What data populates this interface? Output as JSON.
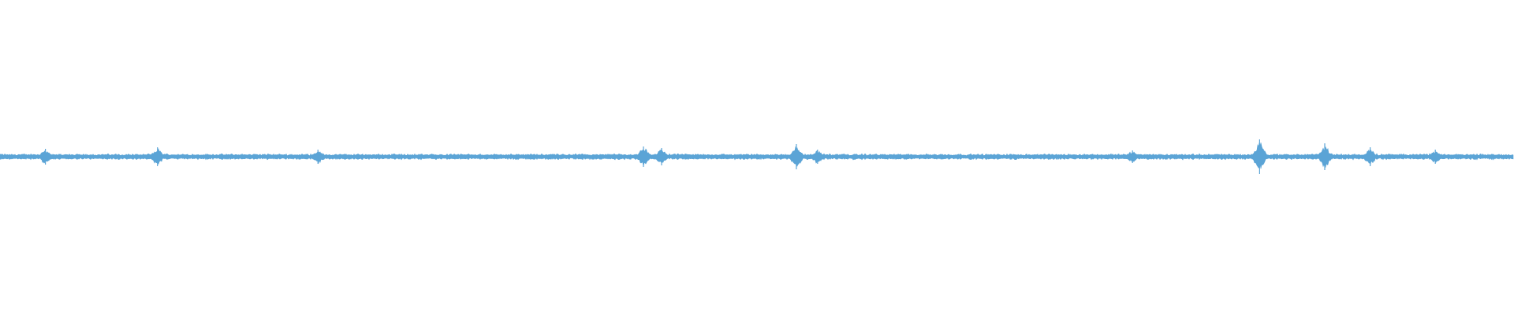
{
  "chart_data": {
    "type": "area",
    "title": "",
    "xlabel": "",
    "ylabel": "",
    "axes_visible": false,
    "grid": false,
    "legend": "none",
    "ylim": [
      -1,
      1
    ],
    "baseline": 0,
    "base_amplitude": 0.02,
    "peaks": [
      {
        "x": 0.03,
        "amplitude": 0.05
      },
      {
        "x": 0.104,
        "amplitude": 0.06
      },
      {
        "x": 0.21,
        "amplitude": 0.045
      },
      {
        "x": 0.425,
        "amplitude": 0.065
      },
      {
        "x": 0.437,
        "amplitude": 0.055
      },
      {
        "x": 0.526,
        "amplitude": 0.08
      },
      {
        "x": 0.54,
        "amplitude": 0.045
      },
      {
        "x": 0.748,
        "amplitude": 0.04
      },
      {
        "x": 0.832,
        "amplitude": 0.11
      },
      {
        "x": 0.875,
        "amplitude": 0.085
      },
      {
        "x": 0.905,
        "amplitude": 0.06
      },
      {
        "x": 0.948,
        "amplitude": 0.045
      }
    ]
  },
  "colors": {
    "waveform": "#5ba4d6",
    "background": "#ffffff"
  }
}
